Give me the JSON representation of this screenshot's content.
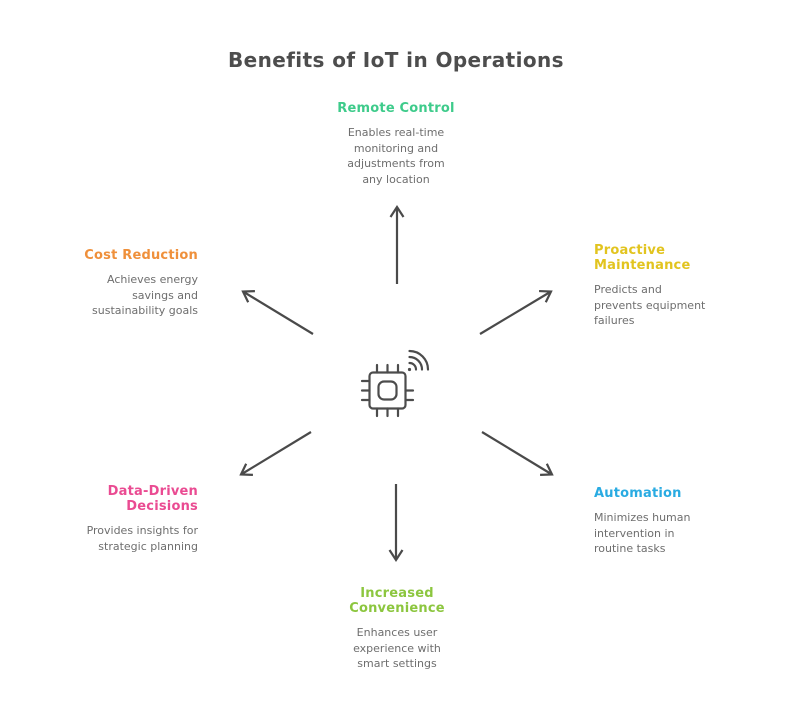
{
  "title": "Benefits of IoT in Operations",
  "center": {
    "icon": "iot-chip-wifi-icon"
  },
  "nodes": [
    {
      "id": "remote-control",
      "label": "Remote Control",
      "description": "Enables real-time\nmonitoring and\nadjustments from\nany location",
      "color": "#3ecb8b",
      "position": "top"
    },
    {
      "id": "proactive-maintenance",
      "label": "Proactive\nMaintenance",
      "description": "Predicts and\nprevents equipment\nfailures",
      "color": "#e2c41f",
      "position": "upper-right"
    },
    {
      "id": "automation",
      "label": "Automation",
      "description": "Minimizes human\nintervention in\nroutine tasks",
      "color": "#29abe2",
      "position": "lower-right"
    },
    {
      "id": "increased-convenience",
      "label": "Increased\nConvenience",
      "description": "Enhances user\nexperience with\nsmart settings",
      "color": "#8cc63f",
      "position": "bottom"
    },
    {
      "id": "data-driven-decisions",
      "label": "Data-Driven\nDecisions",
      "description": "Provides insights for\nstrategic planning",
      "color": "#ea4b92",
      "position": "lower-left"
    },
    {
      "id": "cost-reduction",
      "label": "Cost Reduction",
      "description": "Achieves energy\nsavings and\nsustainability goals",
      "color": "#ef903b",
      "position": "upper-left"
    }
  ],
  "colors": {
    "title": "#4d4d4d",
    "description": "#6e6e6e",
    "arrow": "#4a4a4a",
    "background": "#ffffff"
  }
}
